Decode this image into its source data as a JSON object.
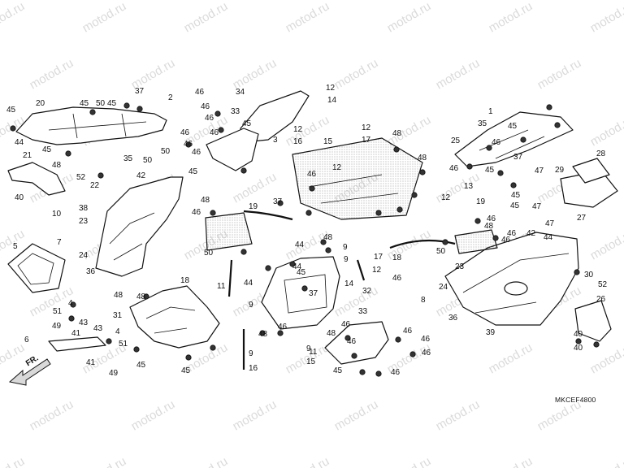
{
  "diagram": {
    "code": "MKCEF4800",
    "direction_label": "FR.",
    "watermark": "motod.ru"
  },
  "callouts": [
    "45",
    "20",
    "44",
    "45",
    "48",
    "21",
    "40",
    "10",
    "5",
    "45",
    "50",
    "45",
    "37",
    "2",
    "50",
    "35",
    "50",
    "52",
    "22",
    "42",
    "46",
    "46",
    "46",
    "46",
    "46",
    "46",
    "34",
    "33",
    "3",
    "45",
    "46",
    "45",
    "12",
    "14",
    "12",
    "16",
    "15",
    "12",
    "17",
    "48",
    "46",
    "48",
    "12",
    "19",
    "46",
    "48",
    "50",
    "38",
    "23",
    "7",
    "24",
    "36",
    "48",
    "37",
    "44",
    "44",
    "48",
    "45",
    "9",
    "18",
    "11",
    "44",
    "37",
    "48",
    "9",
    "14",
    "9",
    "17",
    "12",
    "18",
    "46",
    "11",
    "12",
    "13",
    "19",
    "48",
    "46",
    "46",
    "50",
    "23",
    "46",
    "1",
    "35",
    "46",
    "45",
    "37",
    "25",
    "46",
    "45",
    "45",
    "45",
    "47",
    "29",
    "47",
    "47",
    "27",
    "28",
    "44",
    "42",
    "30",
    "52",
    "26",
    "8",
    "24",
    "36",
    "39",
    "40",
    "40",
    "51",
    "43",
    "49",
    "41",
    "43",
    "41",
    "6",
    "4",
    "4",
    "51",
    "49",
    "45",
    "31",
    "48",
    "45",
    "9",
    "16",
    "9",
    "15",
    "32",
    "33",
    "46",
    "46",
    "46",
    "46",
    "45",
    "46",
    "46",
    "48",
    "46"
  ],
  "colors": {
    "line": "#111111",
    "watermark": "#bdbdbd",
    "hatch": "#9a9a9a",
    "background": "#ffffff"
  }
}
